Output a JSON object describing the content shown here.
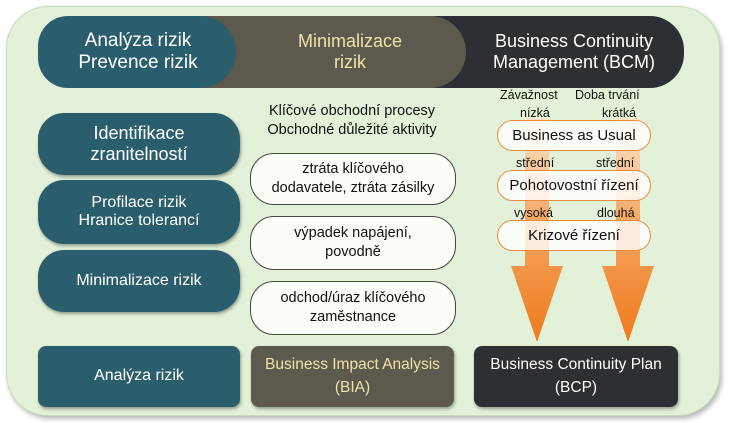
{
  "header": {
    "left": {
      "line1": "Analýza rizik",
      "line2": "Prevence rizik"
    },
    "middle": {
      "line1": "Minimalizace",
      "line2": "rizik"
    },
    "right": {
      "line1": "Business Continuity",
      "line2": "Management (BCM)"
    }
  },
  "left_column": {
    "items": [
      {
        "line1": "Identifikace",
        "line2": "zranitelností"
      },
      {
        "line1": "Profilace rizik",
        "line2": "Hranice tolerancí"
      },
      {
        "line1": "Minimalizace rizik",
        "line2": ""
      }
    ]
  },
  "middle_column": {
    "heading": {
      "line1": "Klíčové obchodní procesy",
      "line2": "Obchodné důležité aktivity"
    },
    "bubbles": [
      {
        "line1": "ztráta klíčového",
        "line2": "dodavatele, ztráta zásilky"
      },
      {
        "line1": "výpadek napájení,",
        "line2": "povodně"
      },
      {
        "line1": "odchod/úraz klíčového",
        "line2": "zaměstnance"
      }
    ]
  },
  "right_column": {
    "axis_labels": {
      "left": "Závažnost",
      "right": "Doba trvání"
    },
    "levels": [
      {
        "severity": "nízká",
        "duration": "krátká",
        "mode": "Business as Usual"
      },
      {
        "severity": "střední",
        "duration": "střední",
        "mode": "Pohotovostní řízení"
      },
      {
        "severity": "vysoká",
        "duration": "dlouhá",
        "mode": "Krizové řízení"
      }
    ]
  },
  "bottom": {
    "left": {
      "line1": "Analýza rizik",
      "line2": ""
    },
    "middle": {
      "line1": "Business Impact Analysis",
      "line2": "(BIA)"
    },
    "right": {
      "line1": "Business Continuity Plan",
      "line2": "(BCP)"
    }
  },
  "colors": {
    "panel_green": "#e2f1d8",
    "teal": "#2b5e6c",
    "brown_gray": "#5b5a4d",
    "near_black": "#2c3032",
    "tan_text": "#f0e2a8",
    "orange": "#ef8c3c"
  }
}
